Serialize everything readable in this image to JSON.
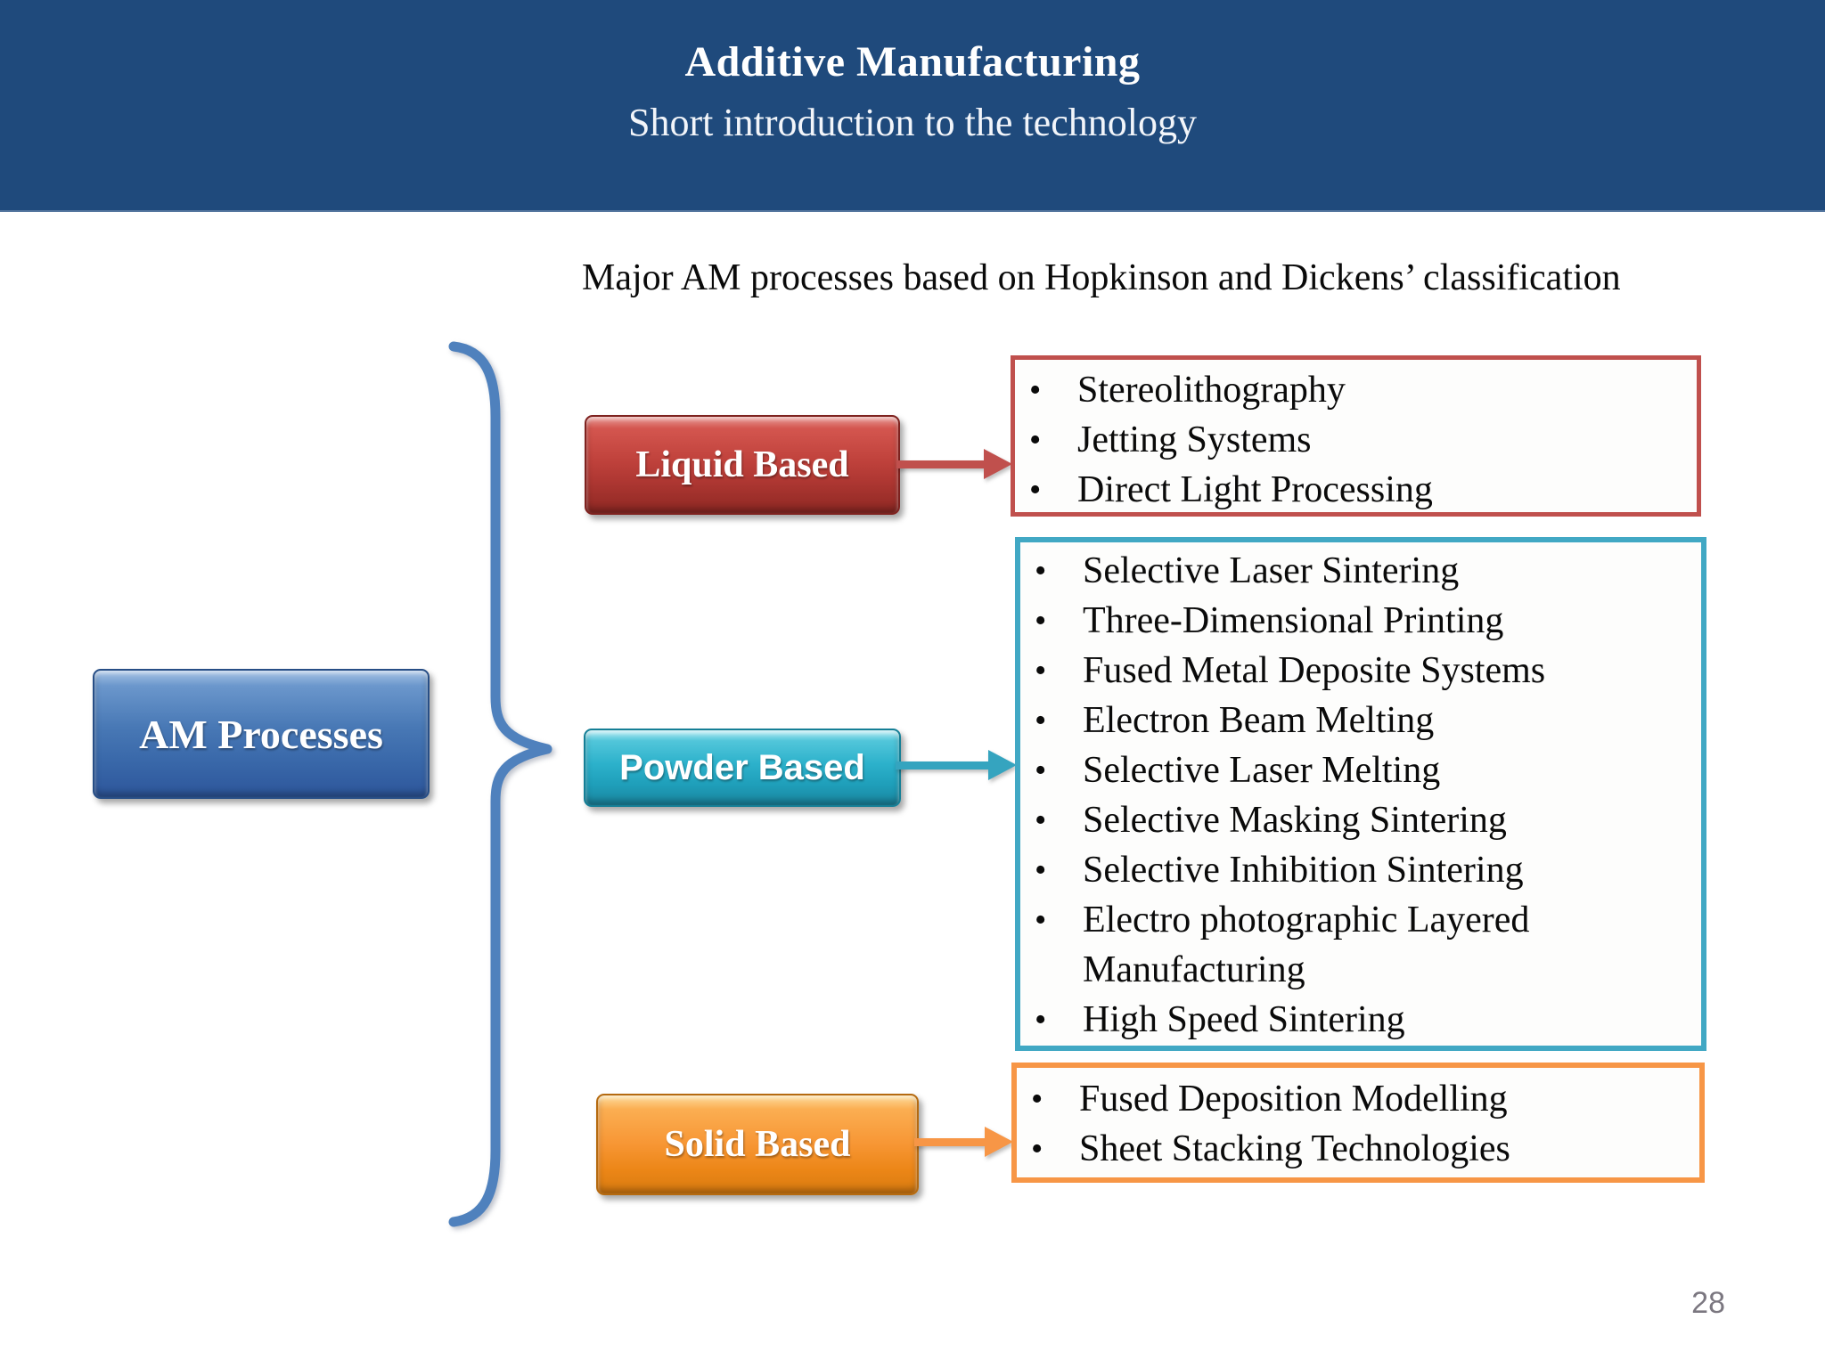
{
  "slide": {
    "title": "Additive Manufacturing",
    "subtitle": "Short introduction to the technology",
    "caption": "Major AM processes based on Hopkinson and Dickens’ classification",
    "page_number": "28"
  },
  "colors": {
    "header_background": "#1f4a7c",
    "brace": "#4f81bd",
    "root_node": "#4878b5",
    "liquid_accent": "#c0504d",
    "powder_accent": "#41a8c4",
    "solid_accent": "#f79646"
  },
  "diagram": {
    "root": {
      "label": "AM Processes"
    },
    "categories": [
      {
        "label": "Liquid Based",
        "accent": "#c0504d",
        "items": [
          "Stereolithography",
          "Jetting Systems",
          "Direct Light Processing"
        ]
      },
      {
        "label": "Powder Based",
        "accent": "#41a8c4",
        "items": [
          "Selective Laser Sintering",
          "Three-Dimensional Printing",
          "Fused Metal Deposite Systems",
          "Electron Beam Melting",
          "Selective Laser Melting",
          "Selective Masking Sintering",
          "Selective Inhibition Sintering",
          "Electro photographic Layered Manufacturing",
          "High Speed Sintering"
        ]
      },
      {
        "label": "Solid Based",
        "accent": "#f79646",
        "items": [
          "Fused Deposition Modelling",
          "Sheet Stacking Technologies"
        ]
      }
    ]
  }
}
